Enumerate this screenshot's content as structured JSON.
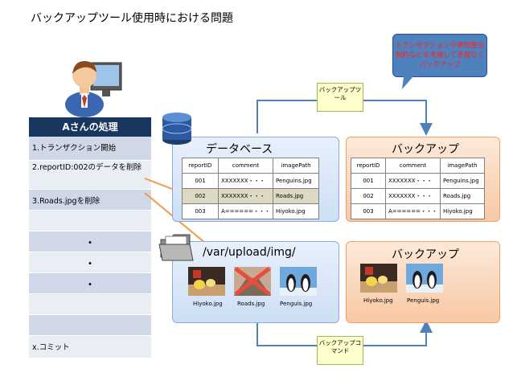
{
  "title": "バックアップツール使用時における問題",
  "process": {
    "header": "Aさんの処理",
    "rows": [
      "1.トランザクション開始",
      "2.reportID:002のデータを削除",
      "3.Roads.jpgを削除",
      "",
      "・",
      "・",
      "・",
      "",
      "",
      "x.コミット"
    ]
  },
  "note": "トランザクションや参照整合制約などを考慮して矛盾なくバックアップ",
  "tool_box": "バックアップツール",
  "command_box": "バックアップコマンド",
  "db_panel": {
    "title": "データベース",
    "headers": [
      "reportID",
      "comment",
      "imagePath"
    ],
    "rows": [
      [
        "001",
        "XXXXXXX・・・",
        "Penguins.jpg"
      ],
      [
        "002",
        "XXXXXXX・・・",
        "Roads.jpg"
      ],
      [
        "003",
        "A======・・・",
        "Hiyoko.jpg"
      ]
    ]
  },
  "backup_db_panel": {
    "title": "バックアップ",
    "headers": [
      "reportID",
      "comment",
      "imagePath"
    ],
    "rows": [
      [
        "001",
        "XXXXXXX・・・",
        "Penguins.jpg"
      ],
      [
        "002",
        "XXXXXXX・・・",
        "Roads.jpg"
      ],
      [
        "003",
        "A======・・・",
        "Hiyoko.jpg"
      ]
    ]
  },
  "folder_panel": {
    "title": "/var/upload/img/",
    "files": [
      "Hiyoko.jpg",
      "Roads.jpg",
      "Penguis.jpg"
    ]
  },
  "backup_folder_panel": {
    "title": "バックアップ",
    "files": [
      "Hiyoko.jpg",
      "Penguis.jpg"
    ]
  },
  "colors": {
    "header_navy": "#17375E",
    "row_odd": "#D0D8E8",
    "row_even": "#E9EDF4",
    "arrow_orange": "#F79646",
    "arrow_blue": "#4F81BD",
    "note_blue": "#4F81BD",
    "note_text": "#FF2020"
  }
}
